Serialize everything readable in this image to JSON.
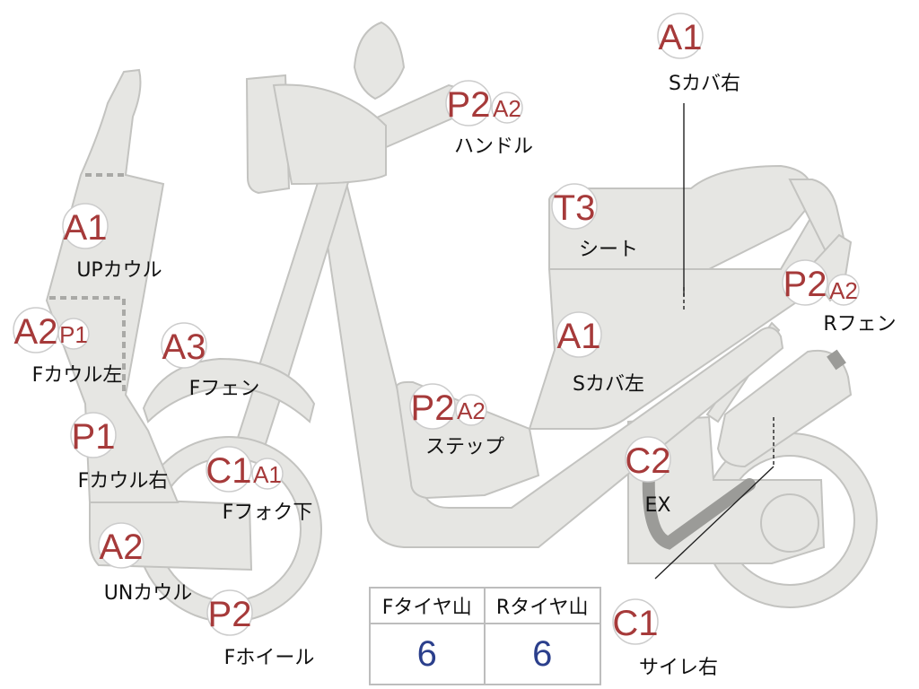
{
  "parts": [
    {
      "id": "handle",
      "label": "ハンドル",
      "grades": [
        "P2",
        "A2"
      ]
    },
    {
      "id": "s-cover-right",
      "label": "Sカバ右",
      "grades": [
        "A1"
      ]
    },
    {
      "id": "seat",
      "label": "シート",
      "grades": [
        "T3"
      ]
    },
    {
      "id": "up-cowl",
      "label": "UPカウル",
      "grades": [
        "A1"
      ]
    },
    {
      "id": "f-cowl-left",
      "label": "Fカウル左",
      "grades": [
        "A2",
        "P1"
      ]
    },
    {
      "id": "f-fender",
      "label": "Fフェン",
      "grades": [
        "A3"
      ]
    },
    {
      "id": "r-fender",
      "label": "Rフェン",
      "grades": [
        "P2",
        "A2"
      ]
    },
    {
      "id": "s-cover-left",
      "label": "Sカバ左",
      "grades": [
        "A1"
      ]
    },
    {
      "id": "step",
      "label": "ステップ",
      "grades": [
        "P2",
        "A2"
      ]
    },
    {
      "id": "f-cowl-right",
      "label": "Fカウル右",
      "grades": [
        "P1"
      ]
    },
    {
      "id": "f-fork-lower",
      "label": "Fフォク下",
      "grades": [
        "C1",
        "A1"
      ]
    },
    {
      "id": "ex",
      "label": "EX",
      "grades": [
        "C2"
      ]
    },
    {
      "id": "un-cowl",
      "label": "UNカウル",
      "grades": [
        "A2"
      ]
    },
    {
      "id": "f-wheel",
      "label": "Fホイール",
      "grades": [
        "P2"
      ]
    },
    {
      "id": "silencer-right",
      "label": "サイレ右",
      "grades": [
        "C1"
      ]
    }
  ],
  "tire_table": {
    "headers": [
      "Fタイヤ山",
      "Rタイヤ山"
    ],
    "values": [
      "6",
      "6"
    ]
  },
  "colors": {
    "body_fill": "#e6e6e3",
    "outline": "#c3c3c0",
    "grade_text": "#a63a3a",
    "tire_value": "#2b3f8c"
  }
}
